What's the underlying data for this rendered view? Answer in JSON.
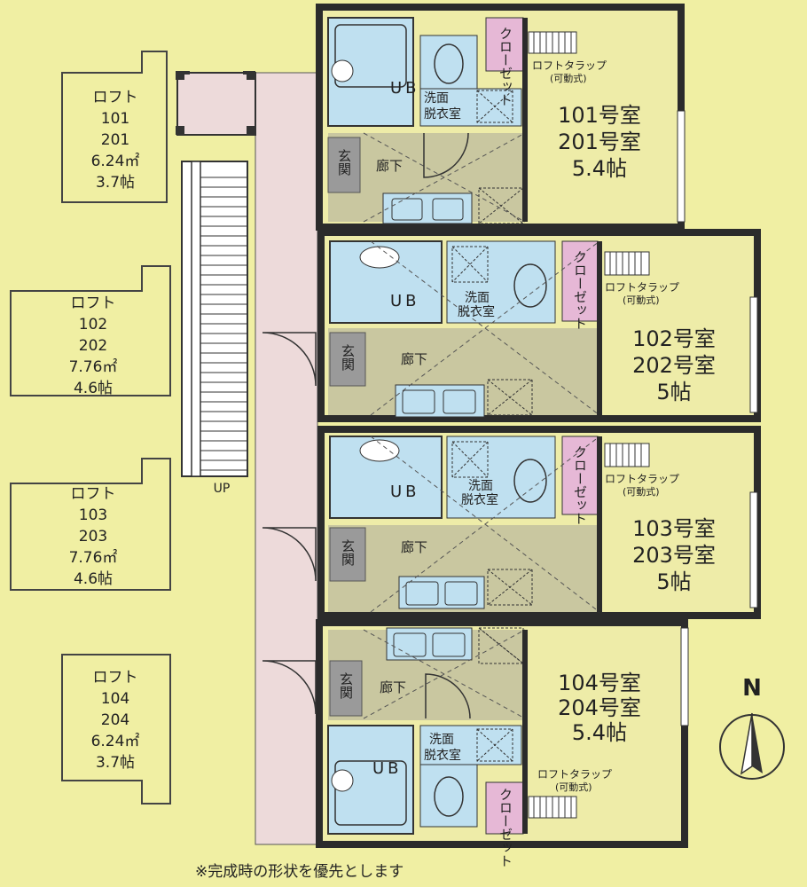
{
  "lofts": [
    {
      "title": "ロフト",
      "rooms": [
        "101",
        "201"
      ],
      "area": "6.24㎡",
      "size": "3.7帖"
    },
    {
      "title": "ロフト",
      "rooms": [
        "102",
        "202"
      ],
      "area": "7.76㎡",
      "size": "4.6帖"
    },
    {
      "title": "ロフト",
      "rooms": [
        "103",
        "203"
      ],
      "area": "7.76㎡",
      "size": "4.6帖"
    },
    {
      "title": "ロフト",
      "rooms": [
        "104",
        "204"
      ],
      "area": "6.24㎡",
      "size": "3.7帖"
    }
  ],
  "units": [
    {
      "room1": "101号室",
      "room2": "201号室",
      "size": "5.4帖"
    },
    {
      "room1": "102号室",
      "room2": "202号室",
      "size": "5帖"
    },
    {
      "room1": "103号室",
      "room2": "203号室",
      "size": "5帖"
    },
    {
      "room1": "104号室",
      "room2": "204号室",
      "size": "5.4帖"
    }
  ],
  "labels": {
    "ub": "UB",
    "washroom_line1": "洗面",
    "washroom_line2": "脱衣室",
    "closet": "クローゼット",
    "entrance": "玄関",
    "hallway": "廊下",
    "loft_ladder": "ロフトタラップ",
    "loft_ladder_note": "(可動式)",
    "stairs_up": "UP",
    "north": "N"
  },
  "note": "※完成時の形状を優先とします",
  "colors": {
    "background": "#f0efa3",
    "wall": "#2b2b2b",
    "wet_area": "#bfe0f0",
    "closet": "#e6b8d6",
    "corridor": "#c9c7a0",
    "entrance": "#9a9a9a"
  }
}
